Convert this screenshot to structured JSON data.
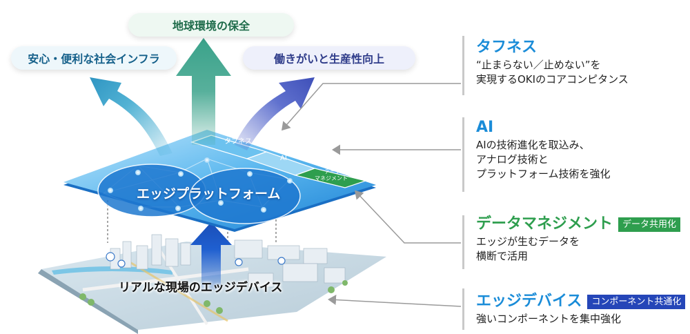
{
  "goals": {
    "environment": "地球環境の保全",
    "infrastructure": "安心・便利な社会インフラ",
    "work_style": "働きがいと生産性向上"
  },
  "platform": {
    "title": "エッジプラットフォーム",
    "panel_toughness": "タフネス",
    "panel_ai": "AI",
    "panel_data_line1": "データ",
    "panel_data_line2": "マネジメント"
  },
  "city": {
    "title": "リアルな現場のエッジデバイス"
  },
  "features": [
    {
      "title": "タフネス",
      "badge": "",
      "lines": [
        "“止まらない／止めない”を",
        "実現するOKIのコアコンピタンス"
      ]
    },
    {
      "title": "AI",
      "badge": "",
      "lines": [
        "AIの技術進化を取込み、",
        "アナログ技術と",
        "プラットフォーム技術を強化"
      ]
    },
    {
      "title": "データマネジメント",
      "badge": "データ共用化",
      "lines": [
        "エッジが生むデータを",
        "横断で活用"
      ]
    },
    {
      "title": "エッジデバイス",
      "badge": "コンポーネント共通化",
      "lines": [
        "強いコンポーネントを集中強化"
      ]
    }
  ],
  "colors": {
    "platform_blue": "#1e8fe0",
    "panel_green": "#2e9e4e",
    "title_blue": "#1a8cd8",
    "badge_navy": "#2546b8",
    "arrow_teal": "#3aa28a",
    "arrow_cyan": "#3ea9cf",
    "arrow_indigo": "#4f62c9"
  }
}
